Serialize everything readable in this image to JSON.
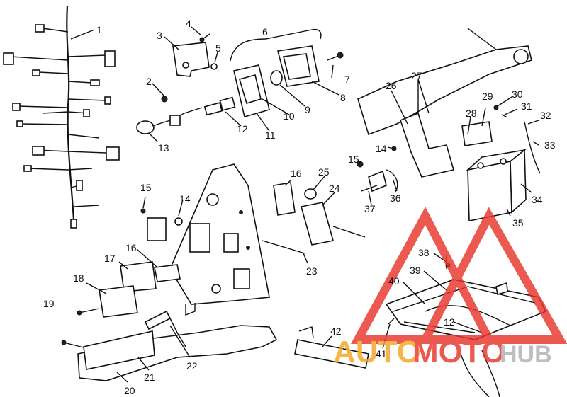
{
  "callouts": [
    {
      "text": "1"
    },
    {
      "text": "2"
    },
    {
      "text": "3"
    },
    {
      "text": "4"
    },
    {
      "text": "5"
    },
    {
      "text": "6"
    },
    {
      "text": "7"
    },
    {
      "text": "8"
    },
    {
      "text": "9"
    },
    {
      "text": "10"
    },
    {
      "text": "11"
    },
    {
      "text": "12"
    },
    {
      "text": "13"
    },
    {
      "text": "14"
    },
    {
      "text": "15"
    },
    {
      "text": "16"
    },
    {
      "text": "17"
    },
    {
      "text": "18"
    },
    {
      "text": "19"
    },
    {
      "text": "20"
    },
    {
      "text": "21"
    },
    {
      "text": "22"
    },
    {
      "text": "23"
    },
    {
      "text": "24"
    },
    {
      "text": "25"
    },
    {
      "text": "26"
    },
    {
      "text": "27"
    },
    {
      "text": "28"
    },
    {
      "text": "29"
    },
    {
      "text": "30"
    },
    {
      "text": "31"
    },
    {
      "text": "32"
    },
    {
      "text": "33"
    },
    {
      "text": "34"
    },
    {
      "text": "35"
    },
    {
      "text": "36"
    },
    {
      "text": "37"
    },
    {
      "text": "14"
    },
    {
      "text": "15"
    },
    {
      "text": "16"
    },
    {
      "text": "38"
    },
    {
      "text": "39"
    },
    {
      "text": "40"
    },
    {
      "text": "12"
    },
    {
      "text": "41"
    },
    {
      "text": "42"
    }
  ],
  "watermark": {
    "text": "AUTOMOTOHUB",
    "colors": {
      "red": "#e8352b",
      "orange": "#f5a623",
      "gray": "#b0b0b0"
    }
  }
}
